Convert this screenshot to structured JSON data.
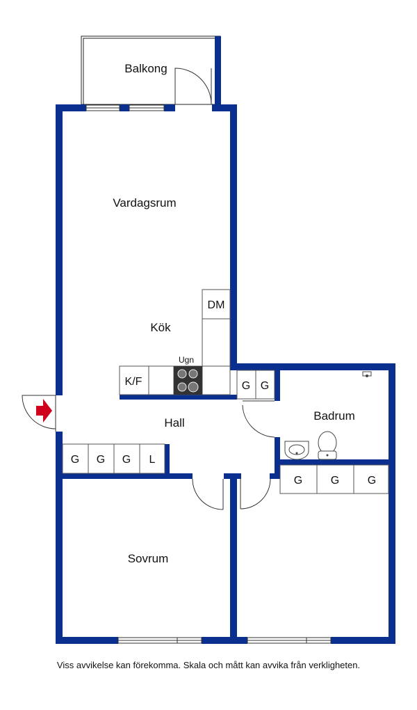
{
  "rooms": {
    "balcony": "Balkong",
    "living": "Vardagsrum",
    "kitchen": "Kök",
    "hall": "Hall",
    "bathroom": "Badrum",
    "bedroom": "Sovrum"
  },
  "fixtures": {
    "fridge_freezer": "K/F",
    "dishwasher": "DM",
    "stove": "Ugn",
    "hall_wardrobes": [
      "G",
      "G",
      "G",
      "L"
    ],
    "hall_right_wardrobes": [
      "G",
      "G"
    ],
    "bedroom2_wardrobes": [
      "G",
      "G",
      "G"
    ]
  },
  "colors": {
    "wall": "#0a2f8f",
    "entrance_arrow": "#d0021b"
  },
  "entrance_icon": "entrance-arrow-icon",
  "disclaimer": "Viss avvikelse kan förekomma. Skala och mått kan avvika från verkligheten."
}
